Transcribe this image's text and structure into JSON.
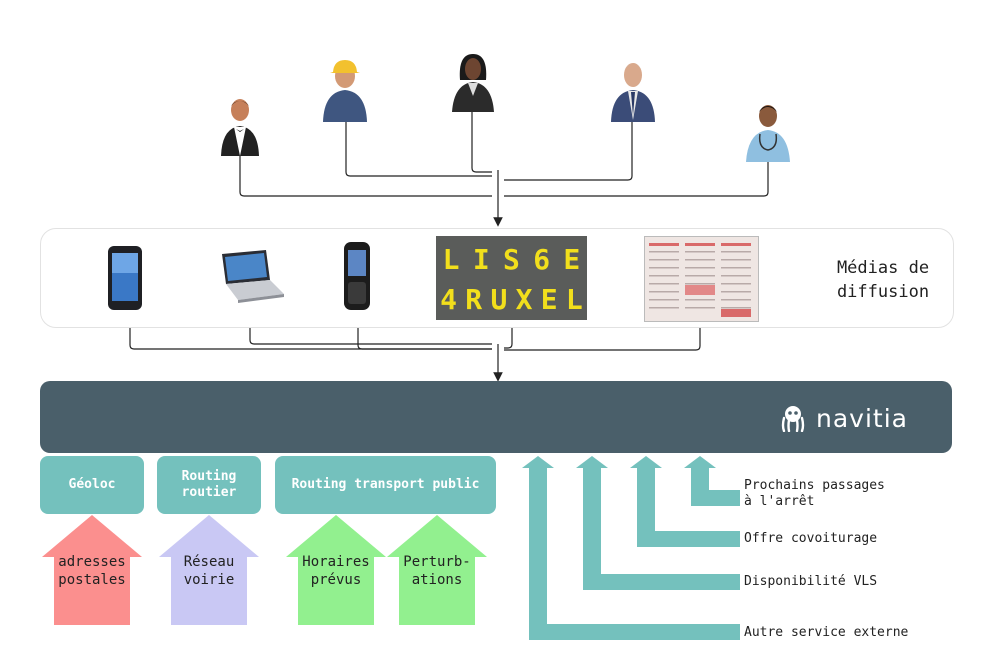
{
  "users": [
    {
      "name": "waiter"
    },
    {
      "name": "construction-worker"
    },
    {
      "name": "businesswoman"
    },
    {
      "name": "businessman"
    },
    {
      "name": "doctor"
    }
  ],
  "media": {
    "label_line1": "Médias de",
    "label_line2": "diffusion",
    "board_row1": [
      "L",
      "I",
      "S",
      "6",
      "E"
    ],
    "board_row2": [
      "4",
      "R",
      "U",
      "X",
      "E",
      "L"
    ]
  },
  "navitia": {
    "brand": "navitia"
  },
  "services": {
    "geoloc": "Géoloc",
    "routing_routier_line1": "Routing",
    "routing_routier_line2": "routier",
    "routing_tp": "Routing transport public"
  },
  "sources": [
    {
      "line1": "adresses",
      "line2": "postales",
      "color": "#fb8f8e"
    },
    {
      "line1": "Réseau",
      "line2": "voirie",
      "color": "#c9c8f4"
    },
    {
      "line1": "Horaires",
      "line2": "prévus",
      "color": "#92f08f"
    },
    {
      "line1": "Perturb-",
      "line2": "ations",
      "color": "#92f08f"
    }
  ],
  "external": {
    "prochains_line1": "Prochains passages",
    "prochains_line2": "à l'arrêt",
    "covoiturage": "Offre covoiturage",
    "vls": "Disponibilité VLS",
    "autre": "Autre service externe"
  },
  "colors": {
    "bar": "#4a5f6a",
    "service": "#74c1bd",
    "arrow_external": "#74c1bd",
    "board_text": "#f2df1c"
  }
}
